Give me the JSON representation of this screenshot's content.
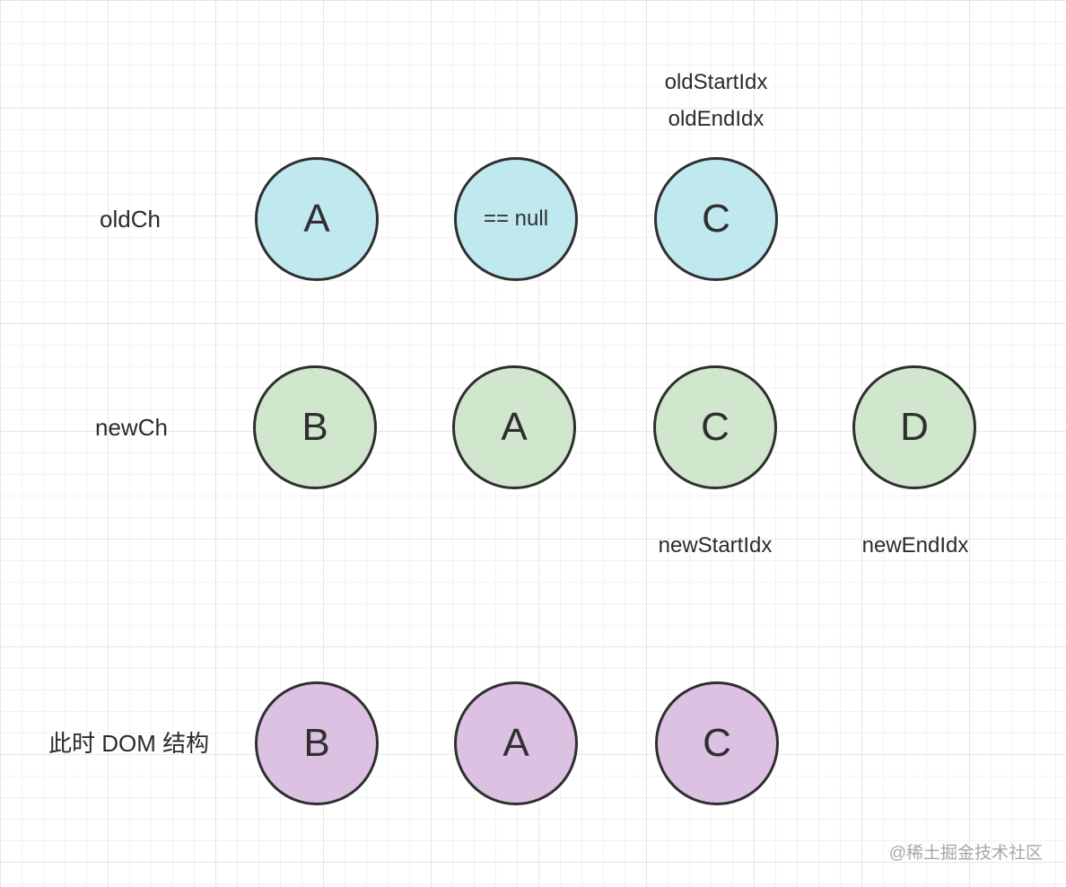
{
  "rows": {
    "old": {
      "label": "oldCh",
      "nodes": [
        {
          "text": "A"
        },
        {
          "text": "== null"
        },
        {
          "text": "C"
        }
      ]
    },
    "new": {
      "label": "newCh",
      "nodes": [
        {
          "text": "B"
        },
        {
          "text": "A"
        },
        {
          "text": "C"
        },
        {
          "text": "D"
        }
      ]
    },
    "dom": {
      "label": "此时 DOM 结构",
      "nodes": [
        {
          "text": "B"
        },
        {
          "text": "A"
        },
        {
          "text": "C"
        }
      ]
    }
  },
  "pointers": {
    "old_start": "oldStartIdx",
    "old_end": "oldEndIdx",
    "new_start": "newStartIdx",
    "new_end": "newEndIdx"
  },
  "colors": {
    "old_node_fill": "#c0e9ef",
    "new_node_fill": "#d1e7cd",
    "dom_node_fill": "#dcc1e2",
    "node_stroke": "#2f2f2f"
  },
  "watermark": "@稀土掘金技术社区"
}
